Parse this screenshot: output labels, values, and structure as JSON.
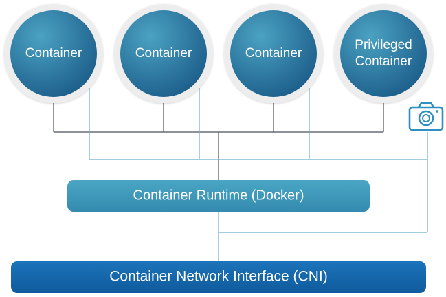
{
  "containers": [
    {
      "label": [
        "Container"
      ]
    },
    {
      "label": [
        "Container"
      ]
    },
    {
      "label": [
        "Container"
      ]
    },
    {
      "label": [
        "Privileged",
        "Container"
      ]
    }
  ],
  "runtime_label": "Container Runtime (Docker)",
  "cni_label": "Container Network Interface (CNI)",
  "colors": {
    "circle_light": "#4ba2c2",
    "circle_dark": "#1d5f8c",
    "ring": "#e8e8e8",
    "runtime_bar": "#3b94b3",
    "cni_bar": "#1466ad",
    "connector_dark": "#4a4f5c",
    "connector_blue": "#6aaecd",
    "camera": "#2f8fbf"
  },
  "icons": {
    "monitor": "camera-icon"
  }
}
